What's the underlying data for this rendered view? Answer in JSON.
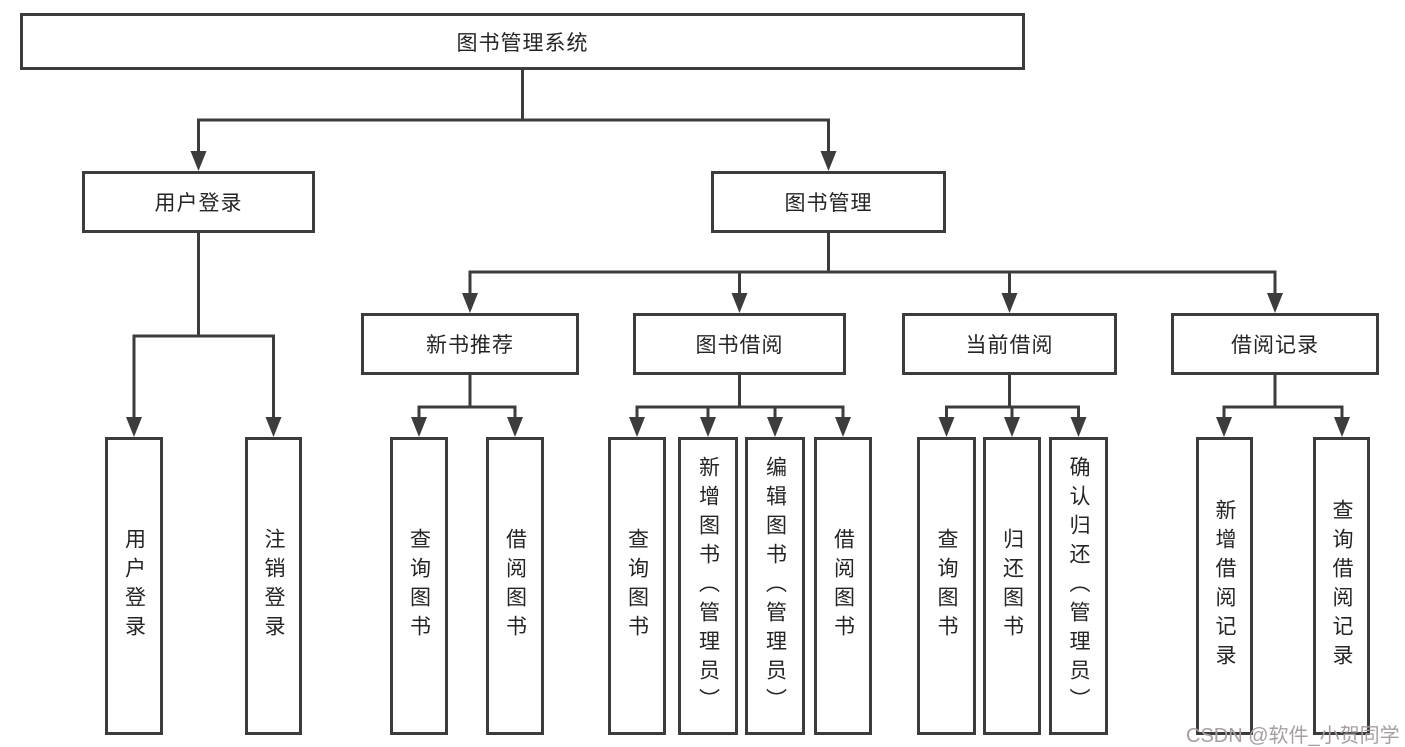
{
  "diagram": {
    "root": "图书管理系统",
    "level2": [
      "用户登录",
      "图书管理"
    ],
    "level3": [
      "新书推荐",
      "图书借阅",
      "当前借阅",
      "借阅记录"
    ],
    "leaves": {
      "user": [
        "用户登录",
        "注销登录"
      ],
      "recommend": [
        "查询图书",
        "借阅图书"
      ],
      "borrow": [
        "查询图书",
        "新增图书（管理员）",
        "编辑图书（管理员）",
        "借阅图书"
      ],
      "current": [
        "查询图书",
        "归还图书",
        "确认归还（管理员）"
      ],
      "records": [
        "新增借阅记录",
        "查询借阅记录"
      ]
    }
  },
  "watermark": {
    "text": "CSDN @软件_小贺同学"
  },
  "colors": {
    "line": "#3c3c3c",
    "text": "#252525",
    "watermark": "#a79f9f",
    "background": "#ffffff"
  }
}
